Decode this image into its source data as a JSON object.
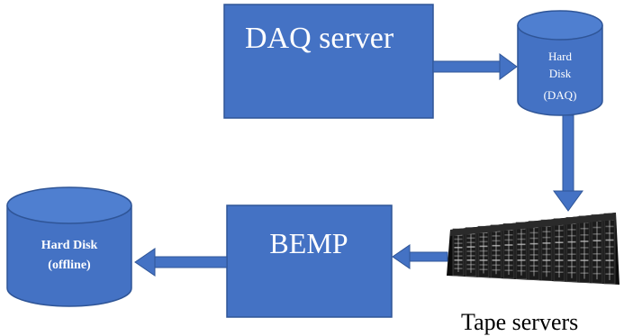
{
  "nodes": {
    "daq_server": {
      "label": "DAQ  server"
    },
    "hard_disk_daq": {
      "line1": "Hard",
      "line2": "Disk",
      "line3": "(DAQ)"
    },
    "tape_servers": {
      "caption": "Tape servers"
    },
    "bemp": {
      "label": "BEMP"
    },
    "hard_disk_offline": {
      "line1": "Hard Disk",
      "line2": "(offline)"
    }
  },
  "colors": {
    "box_fill": "#4472C4",
    "box_stroke": "#2F5597",
    "arrow": "#4472C4"
  }
}
